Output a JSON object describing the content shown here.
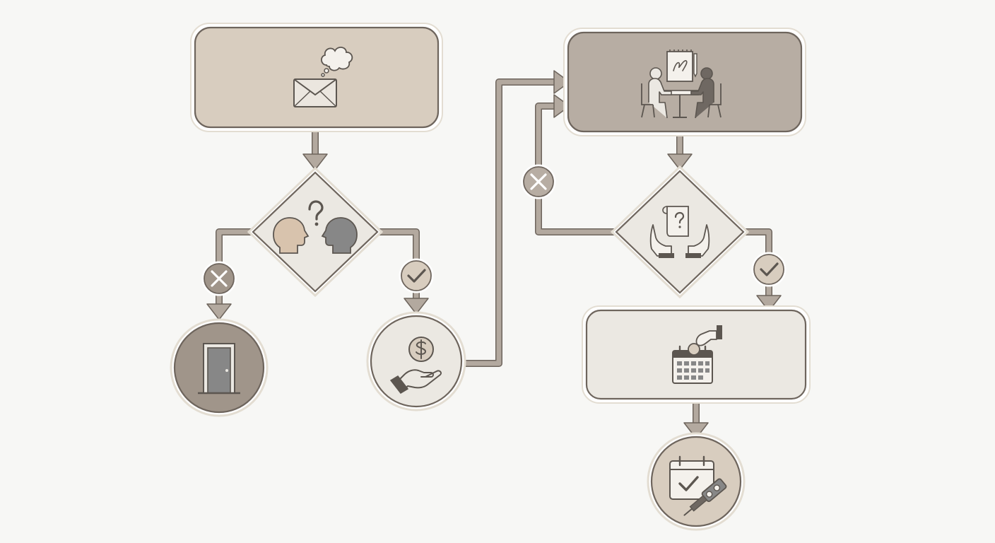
{
  "diagram": {
    "type": "flowchart",
    "nodes": [
      {
        "id": "inquiry",
        "shape": "rounded-rectangle",
        "icon": "envelope-with-thought-bubble-icon"
      },
      {
        "id": "fit-check",
        "shape": "diamond",
        "icon": "two-heads-question-icon"
      },
      {
        "id": "exit",
        "shape": "circle",
        "icon": "door-icon"
      },
      {
        "id": "deposit",
        "shape": "circle",
        "icon": "dollar-coin-hand-icon"
      },
      {
        "id": "consultation",
        "shape": "rounded-rectangle",
        "icon": "meeting-table-notebook-icon"
      },
      {
        "id": "design-approval",
        "shape": "diamond",
        "icon": "hands-document-question-icon"
      },
      {
        "id": "booking",
        "shape": "rounded-rectangle",
        "icon": "hand-coin-calendar-icon"
      },
      {
        "id": "session",
        "shape": "circle",
        "icon": "calendar-check-tattoo-machine-icon"
      }
    ],
    "edges": [
      {
        "from": "inquiry",
        "to": "fit-check",
        "marker": "none"
      },
      {
        "from": "fit-check",
        "to": "exit",
        "marker": "x-icon"
      },
      {
        "from": "fit-check",
        "to": "deposit",
        "marker": "check-icon"
      },
      {
        "from": "deposit",
        "to": "consultation",
        "marker": "none"
      },
      {
        "from": "consultation",
        "to": "design-approval",
        "marker": "none"
      },
      {
        "from": "design-approval",
        "to": "consultation",
        "marker": "x-icon"
      },
      {
        "from": "design-approval",
        "to": "booking",
        "marker": "check-icon"
      },
      {
        "from": "booking",
        "to": "session",
        "marker": "none"
      }
    ]
  },
  "colors": {
    "background": "#f7f7f5",
    "connector": "#b3a99f",
    "stroke": "#6e655d",
    "node_light": "#ebe8e2",
    "node_tan": "#d8cdbf",
    "node_taupe": "#b7ada3",
    "node_dark": "#a0958a",
    "icon_dark": "#5c5650",
    "icon_grey": "#878787",
    "skin_light": "#d8c3ad"
  }
}
